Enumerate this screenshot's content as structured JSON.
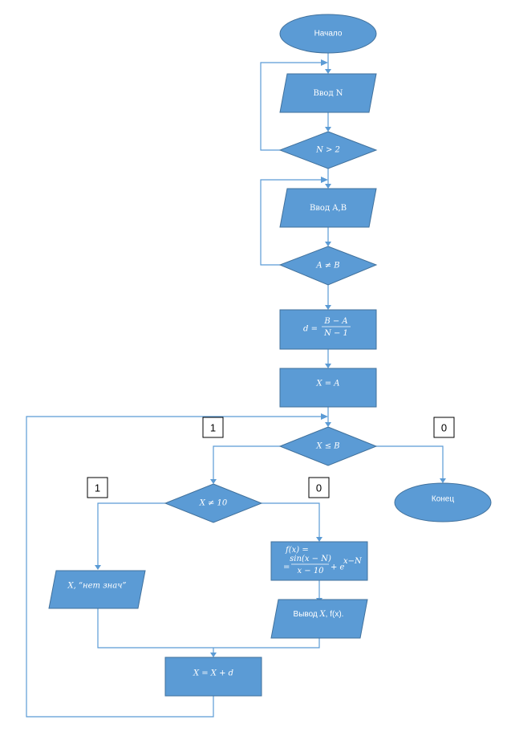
{
  "flowchart": {
    "start": "Начало",
    "input_n": "Ввод N",
    "cond_n": "N > 2",
    "input_ab": "Ввод A,B",
    "cond_ab": "A ≠ B",
    "formula_d": {
      "lhs": "d =",
      "num": "B − A",
      "den": "N − 1"
    },
    "assign_x": "X = A",
    "cond_x": "X ≤ B",
    "end": "Конец",
    "cond_x10": "X ≠ 10",
    "output_none": "X, “нет знач”",
    "formula_f": {
      "line1": "f(x) =",
      "prefix": "=",
      "num": "sin(x − N)",
      "den": "x − 10",
      "tail": "+ e",
      "exp": "x−N"
    },
    "output_xf": {
      "prefix": "Вывод ",
      "var": "X",
      "suffix": ", f(x)."
    },
    "step_x": "X = X + d",
    "branch_labels": {
      "cond_x_true": "1",
      "cond_x_false": "0",
      "cond_x10_true": "1",
      "cond_x10_false": "0"
    }
  },
  "colors": {
    "shape_fill": "#5b9bd5",
    "shape_stroke": "#41719c",
    "connector": "#5b9bd5",
    "text": "#ffffff"
  }
}
